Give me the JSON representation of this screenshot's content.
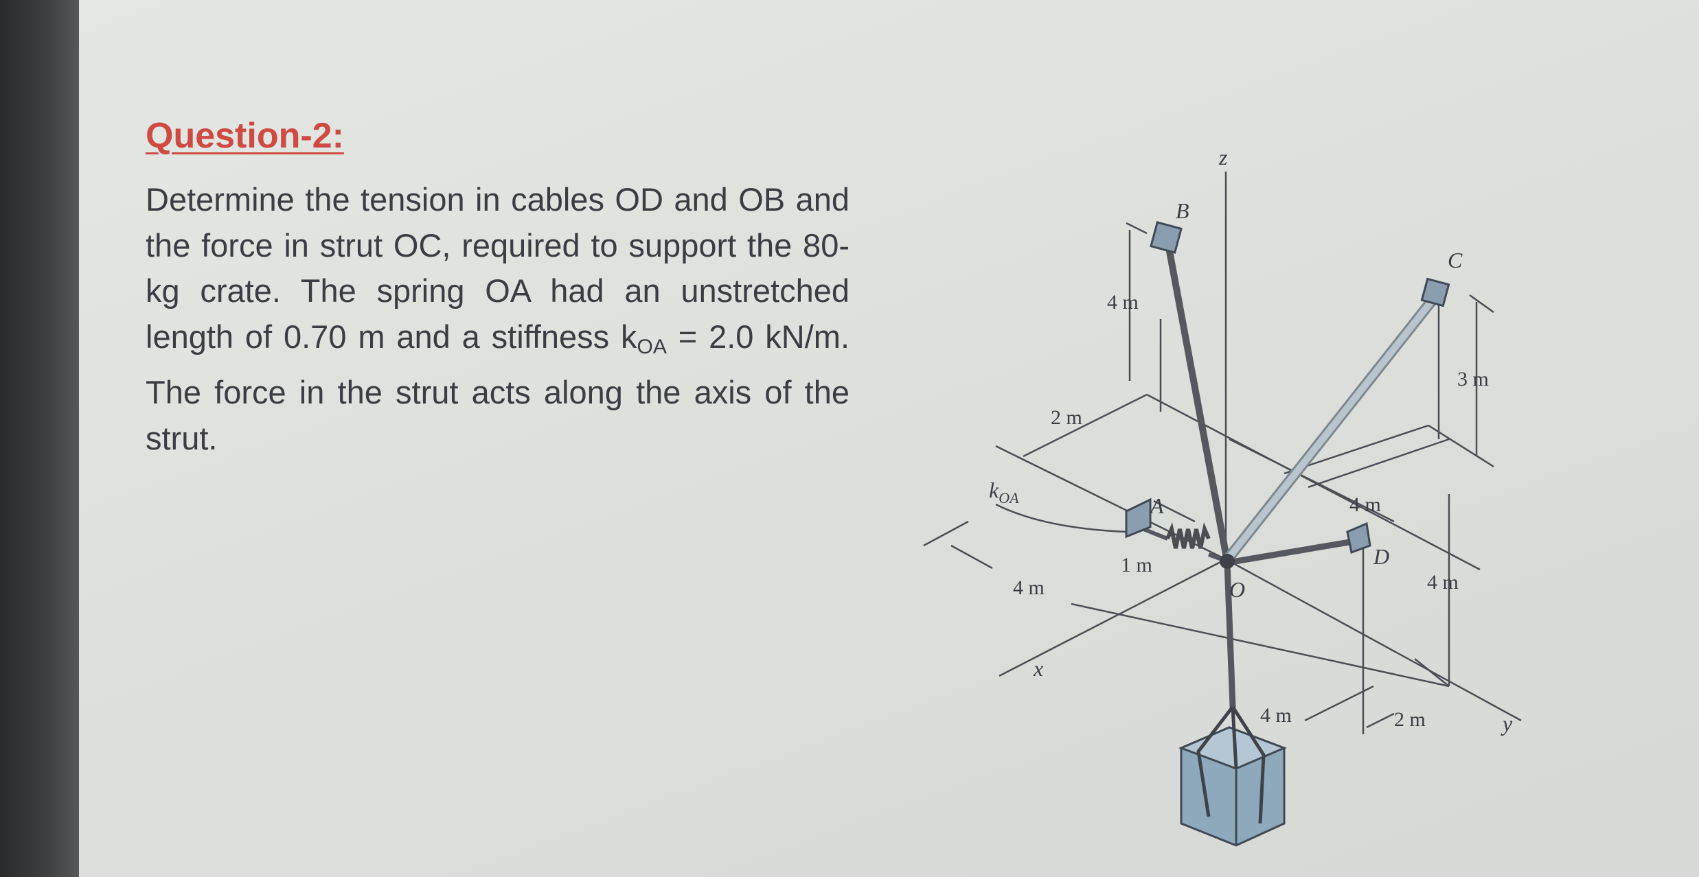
{
  "question": {
    "heading": "Question-2:",
    "text_part1": "Determine the tension in cables OD and OB and the force in strut OC, required to support the 80-kg crate. The spring OA had an unstretched length of 0.70 m and a stiffness k",
    "text_sub": "OA",
    "text_part2": " = 2.0 kN/m. The force in the strut acts along the axis of the strut."
  },
  "figure": {
    "axis_labels": {
      "z": "z",
      "x": "x",
      "y": "y"
    },
    "point_labels": {
      "A": "A",
      "B": "B",
      "C": "C",
      "D": "D",
      "O": "O"
    },
    "spring_label_main": "k",
    "spring_label_sub": "OA",
    "dimensions": {
      "B_height": "4 m",
      "C_height": "3 m",
      "D_height": "4 m",
      "top_left_2m": "2 m",
      "A_offset_1m": "1 m",
      "x_4m": "4 m",
      "D_offset_4m": "4 m",
      "y_4m": "4 m",
      "y_2m": "2 m"
    },
    "colors": {
      "member": "#55595f",
      "strut": "#b9c4cd",
      "crate": "#8fa9bc",
      "support": "#8b9eb0"
    }
  }
}
